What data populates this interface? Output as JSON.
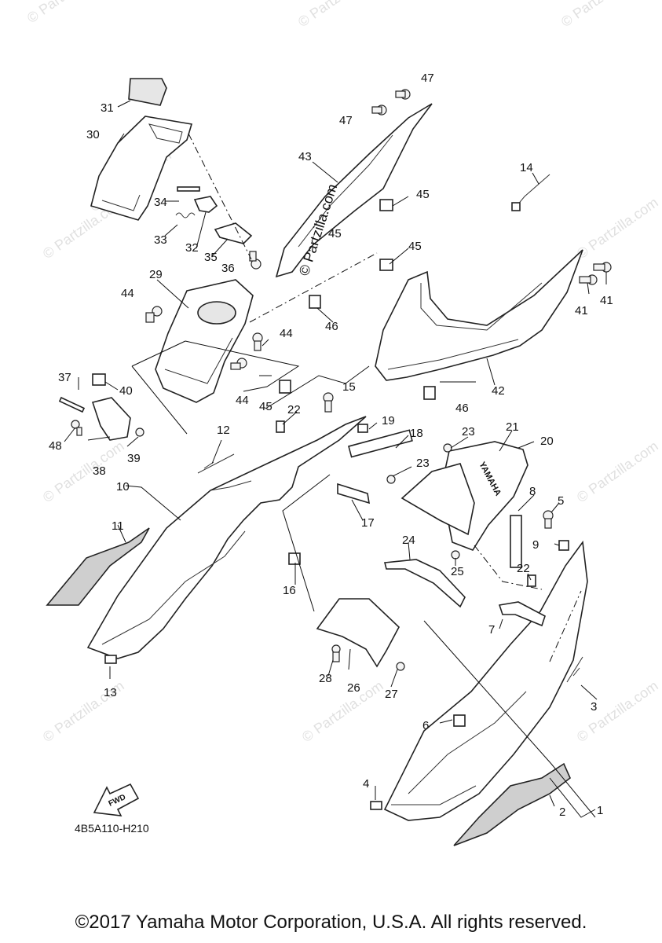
{
  "callouts": [
    "1",
    "2",
    "3",
    "4",
    "5",
    "6",
    "7",
    "8",
    "9",
    "10",
    "11",
    "12",
    "13",
    "14",
    "15",
    "16",
    "17",
    "18",
    "19",
    "20",
    "21",
    "22",
    "23",
    "24",
    "25",
    "26",
    "27",
    "28",
    "29",
    "30",
    "31",
    "32",
    "33",
    "34",
    "35",
    "36",
    "37",
    "38",
    "39",
    "40",
    "41",
    "42",
    "43",
    "44",
    "45",
    "46",
    "47",
    "48"
  ],
  "diagram_code": "4B5A110-H210",
  "fwd_label": "FWD",
  "brand_on_part": "YAMAHA",
  "center_watermark": "© Partzilla.com",
  "watermark_text": "© Partzilla.com",
  "copyright": "©2017 Yamaha Motor Corporation, U.S.A. All rights reserved."
}
